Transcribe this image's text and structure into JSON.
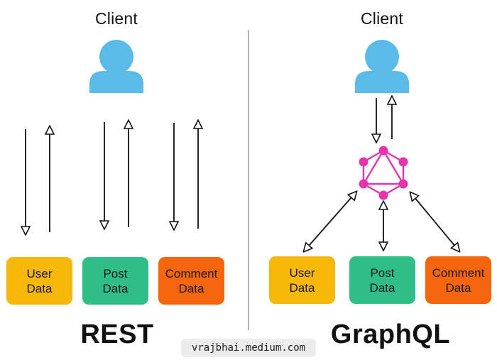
{
  "colors": {
    "client": "#5bbbe8",
    "graphql_logo": "#e535ab",
    "user_box": "#f6b80a",
    "post_box": "#2fbd88",
    "comment_box": "#f5650d",
    "divider": "#9a9a9a"
  },
  "rest": {
    "client_label": "Client",
    "title": "REST",
    "boxes": [
      {
        "label": "User\nData"
      },
      {
        "label": "Post\nData"
      },
      {
        "label": "Comment\nData"
      }
    ]
  },
  "graphql": {
    "client_label": "Client",
    "title": "GraphQL",
    "logo_icon": "graphql-logo-icon",
    "boxes": [
      {
        "label": "User\nData"
      },
      {
        "label": "Post\nData"
      },
      {
        "label": "Comment\nData"
      }
    ]
  },
  "watermark": "vrajbhai.medium.com"
}
